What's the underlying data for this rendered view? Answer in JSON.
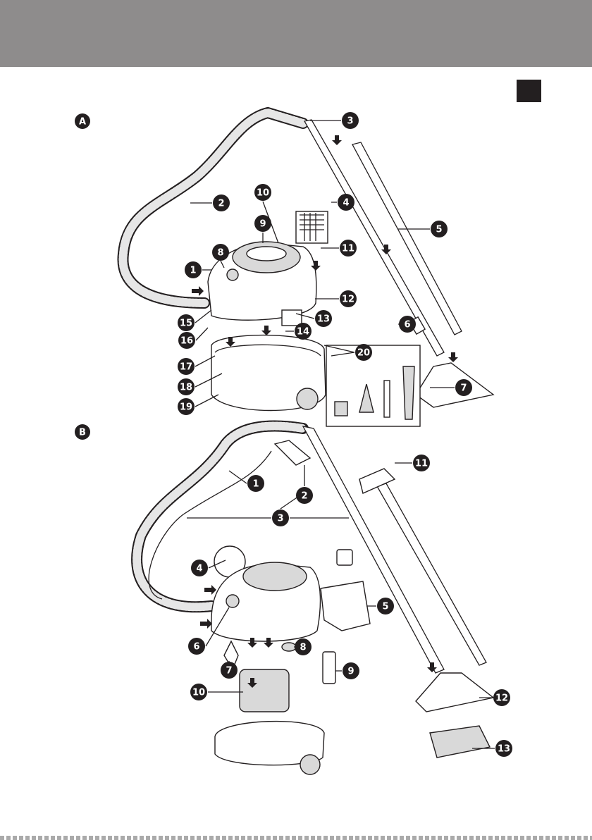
{
  "page": {
    "language_tab": ""
  },
  "sections": {
    "a": {
      "badge": "A",
      "callouts": [
        "1",
        "2",
        "3",
        "4",
        "5",
        "6",
        "7",
        "8",
        "9",
        "10",
        "11",
        "12",
        "13",
        "14",
        "15",
        "16",
        "17",
        "18",
        "19",
        "20"
      ]
    },
    "b": {
      "badge": "B",
      "callouts": [
        "1",
        "2",
        "3",
        "4",
        "5",
        "6",
        "7",
        "8",
        "9",
        "10",
        "11",
        "12",
        "13"
      ]
    }
  },
  "colors": {
    "header": "#8e8c8c",
    "callout": "#231f20"
  }
}
